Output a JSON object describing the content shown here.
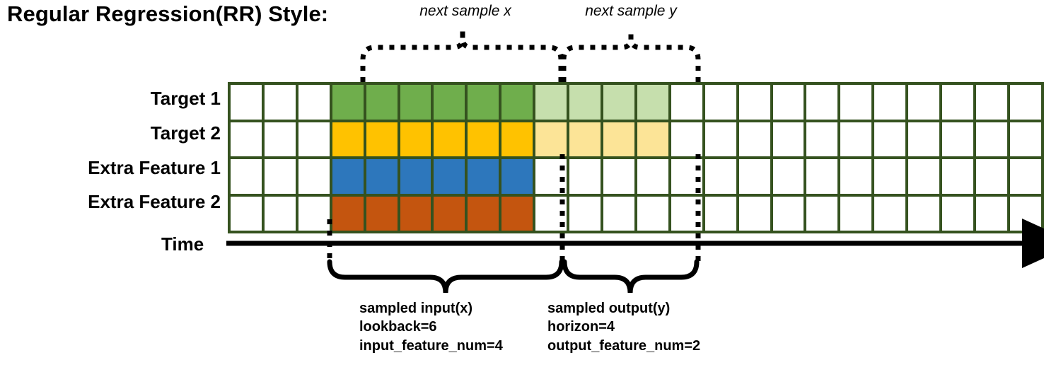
{
  "title": "Regular Regression(RR) Style:",
  "top_annotations": [
    {
      "id": "next-sample-x",
      "label": "next sample x"
    },
    {
      "id": "next-sample-y",
      "label": "next sample y"
    }
  ],
  "row_labels": [
    "Target 1",
    "Target 2",
    "Extra Feature 1",
    "Extra Feature 2"
  ],
  "time_axis": {
    "label": "Time",
    "direction": "right-arrow"
  },
  "bottom_captions": [
    {
      "id": "sampled-input",
      "lines": [
        "sampled input(x)",
        "lookback=6",
        "input_feature_num=4"
      ]
    },
    {
      "id": "sampled-output",
      "lines": [
        "sampled output(y)",
        "horizon=4",
        "output_feature_num=2"
      ]
    }
  ],
  "chart_data": {
    "type": "heatmap",
    "title": "Regular Regression(RR) Style:",
    "xlabel": "Time",
    "ylabel": "",
    "grid": true,
    "columns": 24,
    "rows": 4,
    "lookback": 6,
    "horizon": 4,
    "input_feature_num": 4,
    "output_feature_num": 2,
    "lookback_start_col": 4,
    "lookback_end_col": 9,
    "horizon_start_col": 10,
    "horizon_end_col": 13,
    "row_names": [
      "Target 1",
      "Target 2",
      "Extra Feature 1",
      "Extra Feature 2"
    ],
    "series": [
      {
        "name": "Target 1",
        "fill_input": "#6fae4c",
        "fill_output": "#c6dfad",
        "values": [
          "",
          "",
          "",
          "x",
          "x",
          "x",
          "x",
          "x",
          "x",
          "y",
          "y",
          "y",
          "y",
          "",
          "",
          "",
          "",
          "",
          "",
          "",
          "",
          "",
          "",
          ""
        ]
      },
      {
        "name": "Target 2",
        "fill_input": "#ffc200",
        "fill_output": "#fce497",
        "values": [
          "",
          "",
          "",
          "x",
          "x",
          "x",
          "x",
          "x",
          "x",
          "y",
          "y",
          "y",
          "y",
          "",
          "",
          "",
          "",
          "",
          "",
          "",
          "",
          "",
          "",
          ""
        ]
      },
      {
        "name": "Extra Feature 1",
        "fill_input": "#2d77bc",
        "fill_output": "",
        "values": [
          "",
          "",
          "",
          "x",
          "x",
          "x",
          "x",
          "x",
          "x",
          "",
          "",
          "",
          "",
          "",
          "",
          "",
          "",
          "",
          "",
          "",
          "",
          "",
          "",
          ""
        ]
      },
      {
        "name": "Extra Feature 2",
        "fill_input": "#c4550f",
        "fill_output": "",
        "values": [
          "",
          "",
          "",
          "x",
          "x",
          "x",
          "x",
          "x",
          "x",
          "",
          "",
          "",
          "",
          "",
          "",
          "",
          "",
          "",
          "",
          "",
          "",
          "",
          "",
          ""
        ]
      }
    ]
  },
  "colors": {
    "grid_border": "#35521f",
    "cell_empty": "#ffffff",
    "target1_input": "#6fae4c",
    "target1_output": "#c6dfad",
    "target2_input": "#ffc200",
    "target2_output": "#fce497",
    "extra1_input": "#2d77bc",
    "extra2_input": "#c4550f",
    "annotation_line": "#000000"
  }
}
